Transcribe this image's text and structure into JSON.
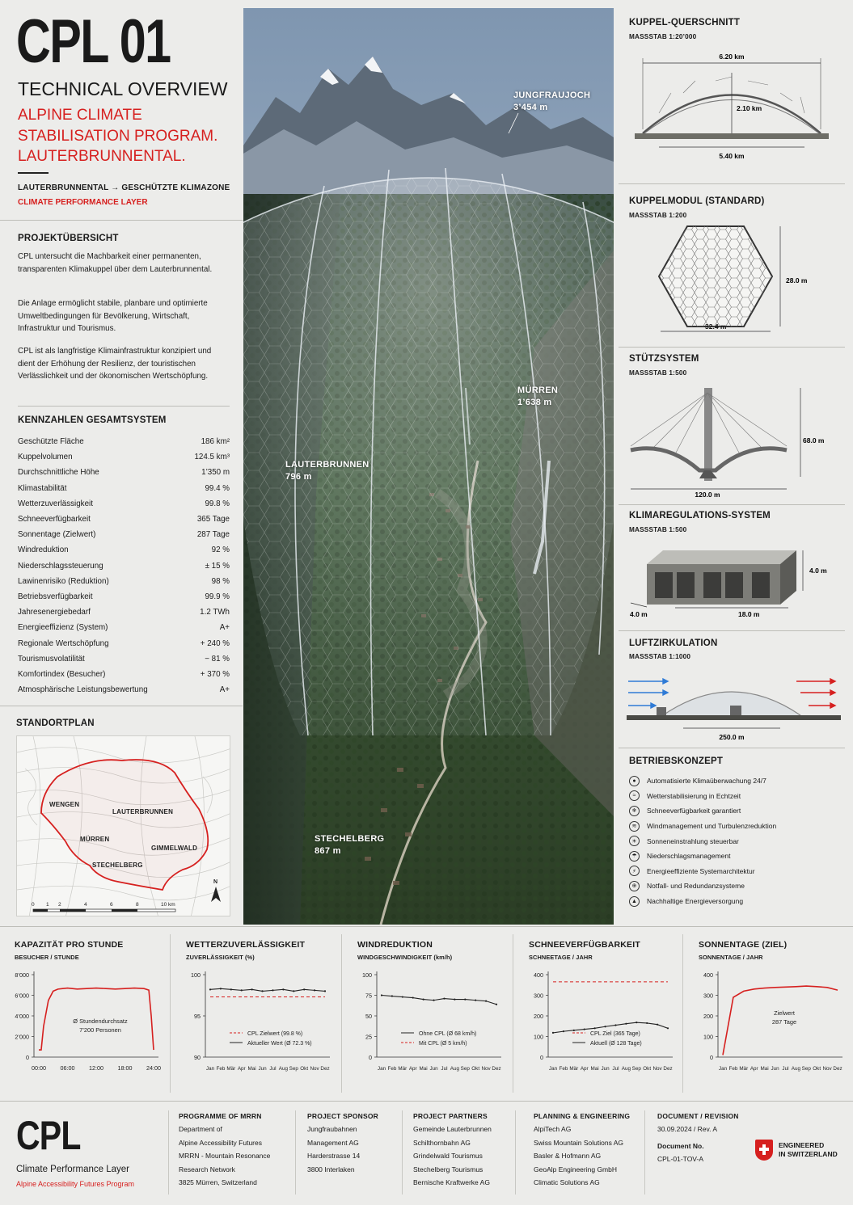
{
  "header": {
    "code": "CPL 01",
    "subtitle": "TECHNICAL OVERVIEW",
    "program_lines": [
      "ALPINE CLIMATE",
      "STABILISATION PROGRAM.",
      "LAUTERBRUNNENTAL."
    ],
    "zone_line": "LAUTERBRUNNENTAL → GESCHÜTZTE KLIMAZONE",
    "zone_sub": "CLIMATE PERFORMANCE LAYER"
  },
  "overview": {
    "heading": "PROJEKTÜBERSICHT",
    "paragraphs": [
      "CPL untersucht die Machbarkeit einer permanenten, transparenten Klimakuppel über dem Lauterbrunnental.",
      "Die Anlage ermöglicht stabile, planbare und optimierte Umweltbedingungen für Bevölkerung, Wirtschaft, Infrastruktur und Tourismus.",
      "CPL ist als langfristige Klimainfrastruktur konzipiert und dient der Erhöhung der Resilienz, der touristischen Verlässlichkeit und der ökonomischen Wertschöpfung."
    ]
  },
  "kpis": {
    "heading": "KENNZAHLEN GESAMTSYSTEM",
    "rows": [
      {
        "label": "Geschützte Fläche",
        "value": "186 km²"
      },
      {
        "label": "Kuppelvolumen",
        "value": "124.5 km³"
      },
      {
        "label": "Durchschnittliche Höhe",
        "value": "1’350 m"
      },
      {
        "label": "Klimastabilität",
        "value": "99.4 %"
      },
      {
        "label": "Wetterzuverlässigkeit",
        "value": "99.8 %"
      },
      {
        "label": "Schneeverfügbarkeit",
        "value": "365 Tage"
      },
      {
        "label": "Sonnentage (Zielwert)",
        "value": "287 Tage"
      },
      {
        "label": "Windreduktion",
        "value": "92 %"
      },
      {
        "label": "Niederschlagssteuerung",
        "value": "± 15 %"
      },
      {
        "label": "Lawinenrisiko (Reduktion)",
        "value": "98 %"
      },
      {
        "label": "Betriebsverfügbarkeit",
        "value": "99.9 %"
      },
      {
        "label": "Jahresenergiebedarf",
        "value": "1.2 TWh"
      },
      {
        "label": "Energieeffizienz (System)",
        "value": "A+"
      },
      {
        "label": "Regionale Wertschöpfung",
        "value": "+ 240 %"
      },
      {
        "label": "Tourismusvolatilität",
        "value": "− 81 %"
      },
      {
        "label": "Komfortindex (Besucher)",
        "value": "+ 370 %"
      },
      {
        "label": "Atmosphärische Leistungsbewertung",
        "value": "A+"
      }
    ]
  },
  "site_plan": {
    "heading": "STANDORTPLAN",
    "labels": [
      "WENGEN",
      "LAUTERBRUNNEN",
      "MÜRREN",
      "GIMMELWALD",
      "STECHELBERG"
    ],
    "scale_ticks": [
      "0",
      "1",
      "2",
      "4",
      "6",
      "8",
      "10 km"
    ],
    "north": "N"
  },
  "hero": {
    "labels": [
      {
        "name": "JUNGFRAUJOCH",
        "alt": "3’454 m"
      },
      {
        "name": "MÜRREN",
        "alt": "1’638 m"
      },
      {
        "name": "LAUTERBRUNNEN",
        "alt": "796 m"
      },
      {
        "name": "STECHELBERG",
        "alt": "867 m"
      }
    ]
  },
  "specs": {
    "cross_section": {
      "title": "KUPPEL-QUERSCHNITT",
      "scale": "MASSSTAB 1:20’000",
      "span_top": "6.20 km",
      "height": "2.10 km",
      "span_base": "5.40 km"
    },
    "module": {
      "title": "KUPPELMODUL (STANDARD)",
      "scale": "MASSSTAB 1:200",
      "height": "28.0 m",
      "width": "32.4 m"
    },
    "support": {
      "title": "STÜTZSYSTEM",
      "scale": "MASSSTAB 1:500",
      "height": "68.0 m",
      "width": "120.0 m"
    },
    "climate": {
      "title": "KLIMAREGULATIONS-SYSTEM",
      "scale": "MASSSTAB 1:500",
      "height": "4.0 m",
      "depth": "4.0 m",
      "length": "18.0 m"
    },
    "air": {
      "title": "LUFTZIRKULATION",
      "scale": "MASSSTAB 1:1000",
      "width": "250.0 m"
    },
    "ops": {
      "title": "BETRIEBSKONZEPT",
      "items": [
        "Automatisierte Klimaüberwachung 24/7",
        "Wetterstabilisierung in Echtzeit",
        "Schneeverfügbarkeit garantiert",
        "Windmanagement und Turbulenzreduktion",
        "Sonneneinstrahlung steuerbar",
        "Niederschlagsmanagement",
        "Energieeffiziente Systemarchitektur",
        "Notfall- und Redundanzsysteme",
        "Nachhaltige Energieversorgung"
      ]
    }
  },
  "chart_data": [
    {
      "type": "line",
      "title": "KAPAZITÄT PRO STUNDE",
      "subtitle": "BESUCHER / STUNDE",
      "x_ticks": [
        "00:00",
        "06:00",
        "12:00",
        "18:00",
        "24:00"
      ],
      "y_ticks": [
        "0",
        "2’000",
        "4’000",
        "6’000",
        "8’000"
      ],
      "ylim": [
        0,
        8000
      ],
      "annotation": [
        "Ø Stundendurchsatz",
        "7’200 Personen"
      ],
      "series": [
        {
          "x": [
            0,
            0.5,
            1,
            2,
            3,
            4,
            5,
            6,
            8,
            10,
            12,
            14,
            16,
            18,
            20,
            22,
            23,
            23.5,
            24
          ],
          "values": [
            700,
            700,
            3000,
            5500,
            6400,
            6600,
            6650,
            6700,
            6600,
            6650,
            6700,
            6650,
            6600,
            6650,
            6700,
            6650,
            6500,
            4000,
            700
          ]
        }
      ]
    },
    {
      "type": "line",
      "title": "WETTERZUVERLÄSSIGKEIT",
      "subtitle": "ZUVERLÄSSIGKEIT (%)",
      "categories": [
        "Jan",
        "Feb",
        "Mär",
        "Apr",
        "Mai",
        "Jun",
        "Jul",
        "Aug",
        "Sep",
        "Okt",
        "Nov",
        "Dez"
      ],
      "y_ticks": [
        "90",
        "95",
        "100"
      ],
      "ylim": [
        90,
        100
      ],
      "series": [
        {
          "name": "CPL Zielwert (99.8 %)",
          "style": "dashed-red",
          "values": [
            97.3,
            97.3,
            97.3,
            97.3,
            97.3,
            97.3,
            97.3,
            97.3,
            97.3,
            97.3,
            97.3,
            97.3
          ]
        },
        {
          "name": "Aktueller Wert (Ø 72.3 %)",
          "style": "solid-dark",
          "values": [
            98.2,
            98.3,
            98.2,
            98.1,
            98.2,
            98.0,
            98.1,
            98.2,
            98.0,
            98.2,
            98.1,
            98.0
          ]
        }
      ]
    },
    {
      "type": "line",
      "title": "WINDREDUKTION",
      "subtitle": "WINDGESCHWINDIGKEIT (km/h)",
      "categories": [
        "Jan",
        "Feb",
        "Mär",
        "Apr",
        "Mai",
        "Jun",
        "Jul",
        "Aug",
        "Sep",
        "Okt",
        "Nov",
        "Dez"
      ],
      "y_ticks": [
        "0",
        "25",
        "50",
        "75",
        "100"
      ],
      "ylim": [
        0,
        100
      ],
      "series": [
        {
          "name": "Ohne CPL (Ø 68 km/h)",
          "style": "solid-dark",
          "values": [
            75,
            74,
            73,
            72,
            70,
            69,
            71,
            70,
            70,
            69,
            68,
            64
          ]
        },
        {
          "name": "Mit CPL (Ø 5 km/h)",
          "style": "dashed-red",
          "values": []
        }
      ]
    },
    {
      "type": "line",
      "title": "SCHNEEVERFÜGBARKEIT",
      "subtitle": "SCHNEETAGE / JAHR",
      "categories": [
        "Jan",
        "Feb",
        "Mär",
        "Apr",
        "Mai",
        "Jun",
        "Jul",
        "Aug",
        "Sep",
        "Okt",
        "Nov",
        "Dez"
      ],
      "y_ticks": [
        "0",
        "100",
        "200",
        "300",
        "400"
      ],
      "ylim": [
        0,
        400
      ],
      "series": [
        {
          "name": "CPL Ziel (365 Tage)",
          "style": "dashed-red",
          "values": [
            365,
            365,
            365,
            365,
            365,
            365,
            365,
            365,
            365,
            365,
            365,
            365
          ]
        },
        {
          "name": "Aktuell (Ø 128 Tage)",
          "style": "solid-dark",
          "values": [
            118,
            125,
            130,
            135,
            140,
            148,
            155,
            162,
            168,
            165,
            158,
            140
          ]
        }
      ]
    },
    {
      "type": "line",
      "title": "SONNENTAGE (ZIEL)",
      "subtitle": "SONNENTAGE / JAHR",
      "categories": [
        "Jan",
        "Feb",
        "Mär",
        "Apr",
        "Mai",
        "Jun",
        "Jul",
        "Aug",
        "Sep",
        "Okt",
        "Nov",
        "Dez"
      ],
      "y_ticks": [
        "0",
        "100",
        "200",
        "300",
        "400"
      ],
      "ylim": [
        0,
        400
      ],
      "annotation": [
        "Zielwert",
        "287 Tage"
      ],
      "series": [
        {
          "values": [
            10,
            290,
            320,
            330,
            335,
            338,
            340,
            342,
            345,
            342,
            338,
            325
          ]
        }
      ]
    }
  ],
  "footer": {
    "brand": "CPL",
    "brand_sub": "Climate Performance Layer",
    "brand_program": "Alpine Accessibility Futures Program",
    "columns": [
      {
        "heading": "PROGRAMME OF MRRN",
        "lines": [
          "Department of",
          "Alpine Accessibility Futures",
          "MRRN - Mountain Resonance",
          "Research Network",
          "3825 Mürren, Switzerland"
        ]
      },
      {
        "heading": "PROJECT SPONSOR",
        "lines": [
          "Jungfraubahnen",
          "Management AG",
          "Harderstrasse 14",
          "3800 Interlaken"
        ]
      },
      {
        "heading": "PROJECT PARTNERS",
        "lines": [
          "Gemeinde Lauterbrunnen",
          "Schilthornbahn AG",
          "Grindelwald Tourismus",
          "Stechelberg Tourismus",
          "Bernische Kraftwerke AG"
        ]
      },
      {
        "heading": "PLANNING & ENGINEERING",
        "lines": [
          "AlpiTech AG",
          "Swiss Mountain Solutions AG",
          "Basler & Hofmann AG",
          "GeoAlp Engineering GmbH",
          "Climatic Solutions AG"
        ]
      }
    ],
    "document": {
      "heading": "DOCUMENT / REVISION",
      "revision": "30.09.2024 / Rev. A",
      "doc_label": "Document No.",
      "doc_no": "CPL-01-TOV-A"
    },
    "badge": [
      "ENGINEERED",
      "IN SWITZERLAND"
    ]
  },
  "colors": {
    "accent_red": "#d6201f",
    "text": "#1a1a1a",
    "background": "#ececea"
  }
}
